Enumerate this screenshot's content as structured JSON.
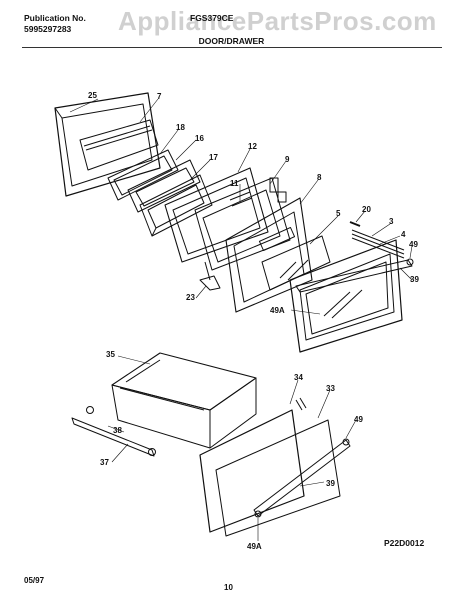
{
  "header": {
    "publication_label": "Publication No.",
    "publication_number": "5995297283",
    "model": "FGS379CE",
    "section_title": "DOOR/DRAWER"
  },
  "watermark": "AppliancePartsPros.com",
  "figure_code": "P22D0012",
  "footer": {
    "date": "05/97",
    "page_number": "10"
  },
  "callouts": {
    "c25": "25",
    "c7": "7",
    "c18": "18",
    "c16": "16",
    "c17": "17",
    "c12": "12",
    "c9": "9",
    "c11": "11",
    "c8": "8",
    "c20": "20",
    "c3": "3",
    "c4": "4",
    "c49": "49",
    "c5": "5",
    "c39": "39",
    "c23": "23",
    "c49a": "49A",
    "d35": "35",
    "d34": "34",
    "d33": "33",
    "d49": "49",
    "d38": "38",
    "d37": "37",
    "d39": "39",
    "d49a": "49A"
  }
}
